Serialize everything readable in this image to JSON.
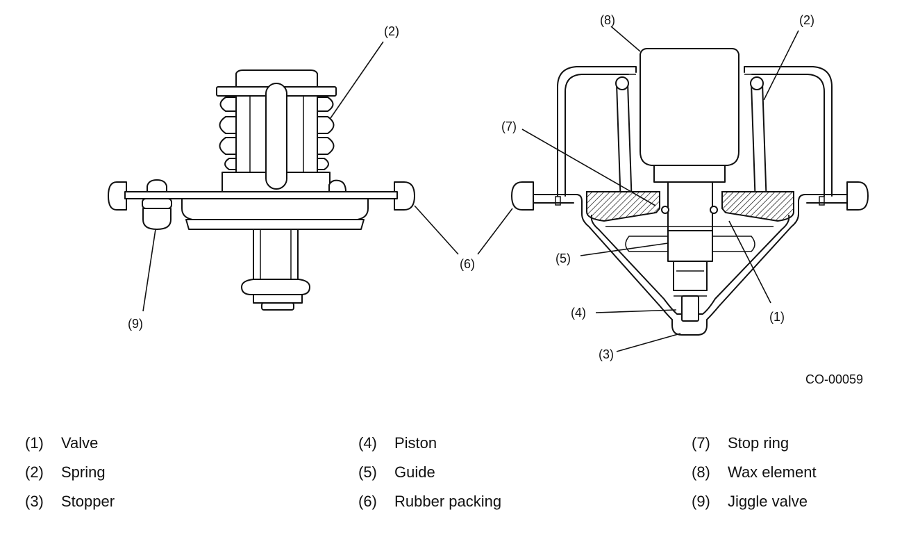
{
  "diagram": {
    "figure_code": "CO-00059",
    "callouts": {
      "left_spring": "(2)",
      "left_jiggle_valve": "(9)",
      "left_rubber_packing": "(6)",
      "right_wax_element": "(8)",
      "right_spring": "(2)",
      "right_stop_ring": "(7)",
      "right_guide": "(5)",
      "right_piston": "(4)",
      "right_stopper": "(3)",
      "right_valve": "(1)"
    }
  },
  "legend": {
    "columns": [
      [
        {
          "num": "(1)",
          "label": "Valve"
        },
        {
          "num": "(2)",
          "label": "Spring"
        },
        {
          "num": "(3)",
          "label": "Stopper"
        }
      ],
      [
        {
          "num": "(4)",
          "label": "Piston"
        },
        {
          "num": "(5)",
          "label": "Guide"
        },
        {
          "num": "(6)",
          "label": "Rubber packing"
        }
      ],
      [
        {
          "num": "(7)",
          "label": "Stop ring"
        },
        {
          "num": "(8)",
          "label": "Wax element"
        },
        {
          "num": "(9)",
          "label": "Jiggle valve"
        }
      ]
    ]
  }
}
